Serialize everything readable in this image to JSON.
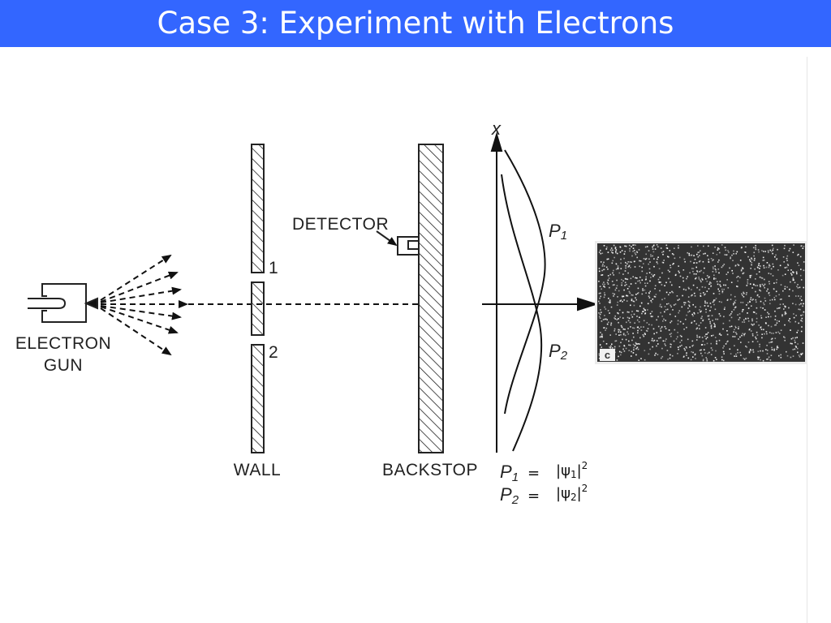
{
  "title": "Case 3: Experiment with Electrons",
  "diagram": {
    "source_label_line1": "ELECTRON",
    "source_label_line2": "GUN",
    "wall_label": "WALL",
    "slit1_label": "1",
    "slit2_label": "2",
    "detector_label": "DETECTOR",
    "backstop_label": "BACKSTOP",
    "axis_label": "x",
    "curve1_label": "P",
    "curve1_sub": "1",
    "curve2_label": "P",
    "curve2_sub": "2",
    "panel_letter": "c"
  },
  "equations": [
    {
      "lhs": "P",
      "lhs_sub": "1",
      "eq": "=",
      "psi": "|ψ",
      "psi_sub": "1",
      "close": "|",
      "power": "2"
    },
    {
      "lhs": "P",
      "lhs_sub": "2",
      "eq": "=",
      "psi": "|ψ",
      "psi_sub": "2",
      "close": "|",
      "power": "2"
    }
  ],
  "colors": {
    "title_bar": "#3366ff",
    "title_text": "#ffffff",
    "ink": "#222222",
    "screen": "#333333"
  }
}
